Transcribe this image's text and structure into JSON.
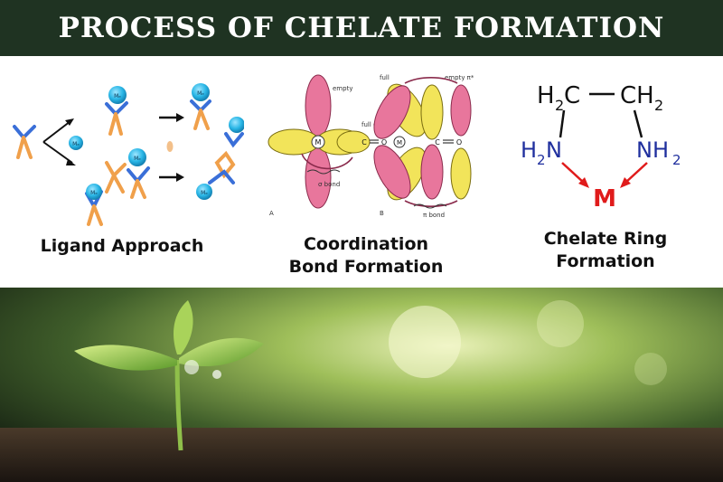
{
  "title": "PROCESS OF CHELATE FORMATION",
  "panels": [
    {
      "caption": "Ligand Approach"
    },
    {
      "caption_line1": "Coordination",
      "caption_line2": "Bond Formation"
    },
    {
      "caption_line1": "Chelate Ring",
      "caption_line2": "Formation"
    }
  ],
  "molecule_labels": {
    "metal_ion": "Mₑ",
    "orbital_empty": "empty",
    "orbital_full_sigma": "full σ",
    "sigma_bond": "σ bond",
    "label_a": "A",
    "orbital_full": "full",
    "orbital_empty_pi": "empty π*",
    "pi_bond": "π bond",
    "label_b": "B",
    "atom_metal": "M",
    "atom_carbon": "C",
    "atom_oxygen": "O"
  },
  "chelate": {
    "ch2_left": "H",
    "ch2_left_sub": "2",
    "ch2_left_c": "C",
    "ch2_right": "CH",
    "ch2_right_sub": "2",
    "nh2_left_h": "H",
    "nh2_left_sub": "2",
    "nh2_left_n": "N",
    "nh2_right": "NH",
    "nh2_right_sub": "2",
    "metal": "M"
  },
  "colors": {
    "banner": "#1f3322",
    "metal_cyan": "#29b6e6",
    "ligand_orange": "#f0a04b",
    "ligand_blue": "#3a6fd8",
    "orbital_pink": "#e8769c",
    "orbital_yellow": "#f2e45a",
    "chelate_blue": "#1f2f9e",
    "chelate_red": "#e01b1b"
  }
}
